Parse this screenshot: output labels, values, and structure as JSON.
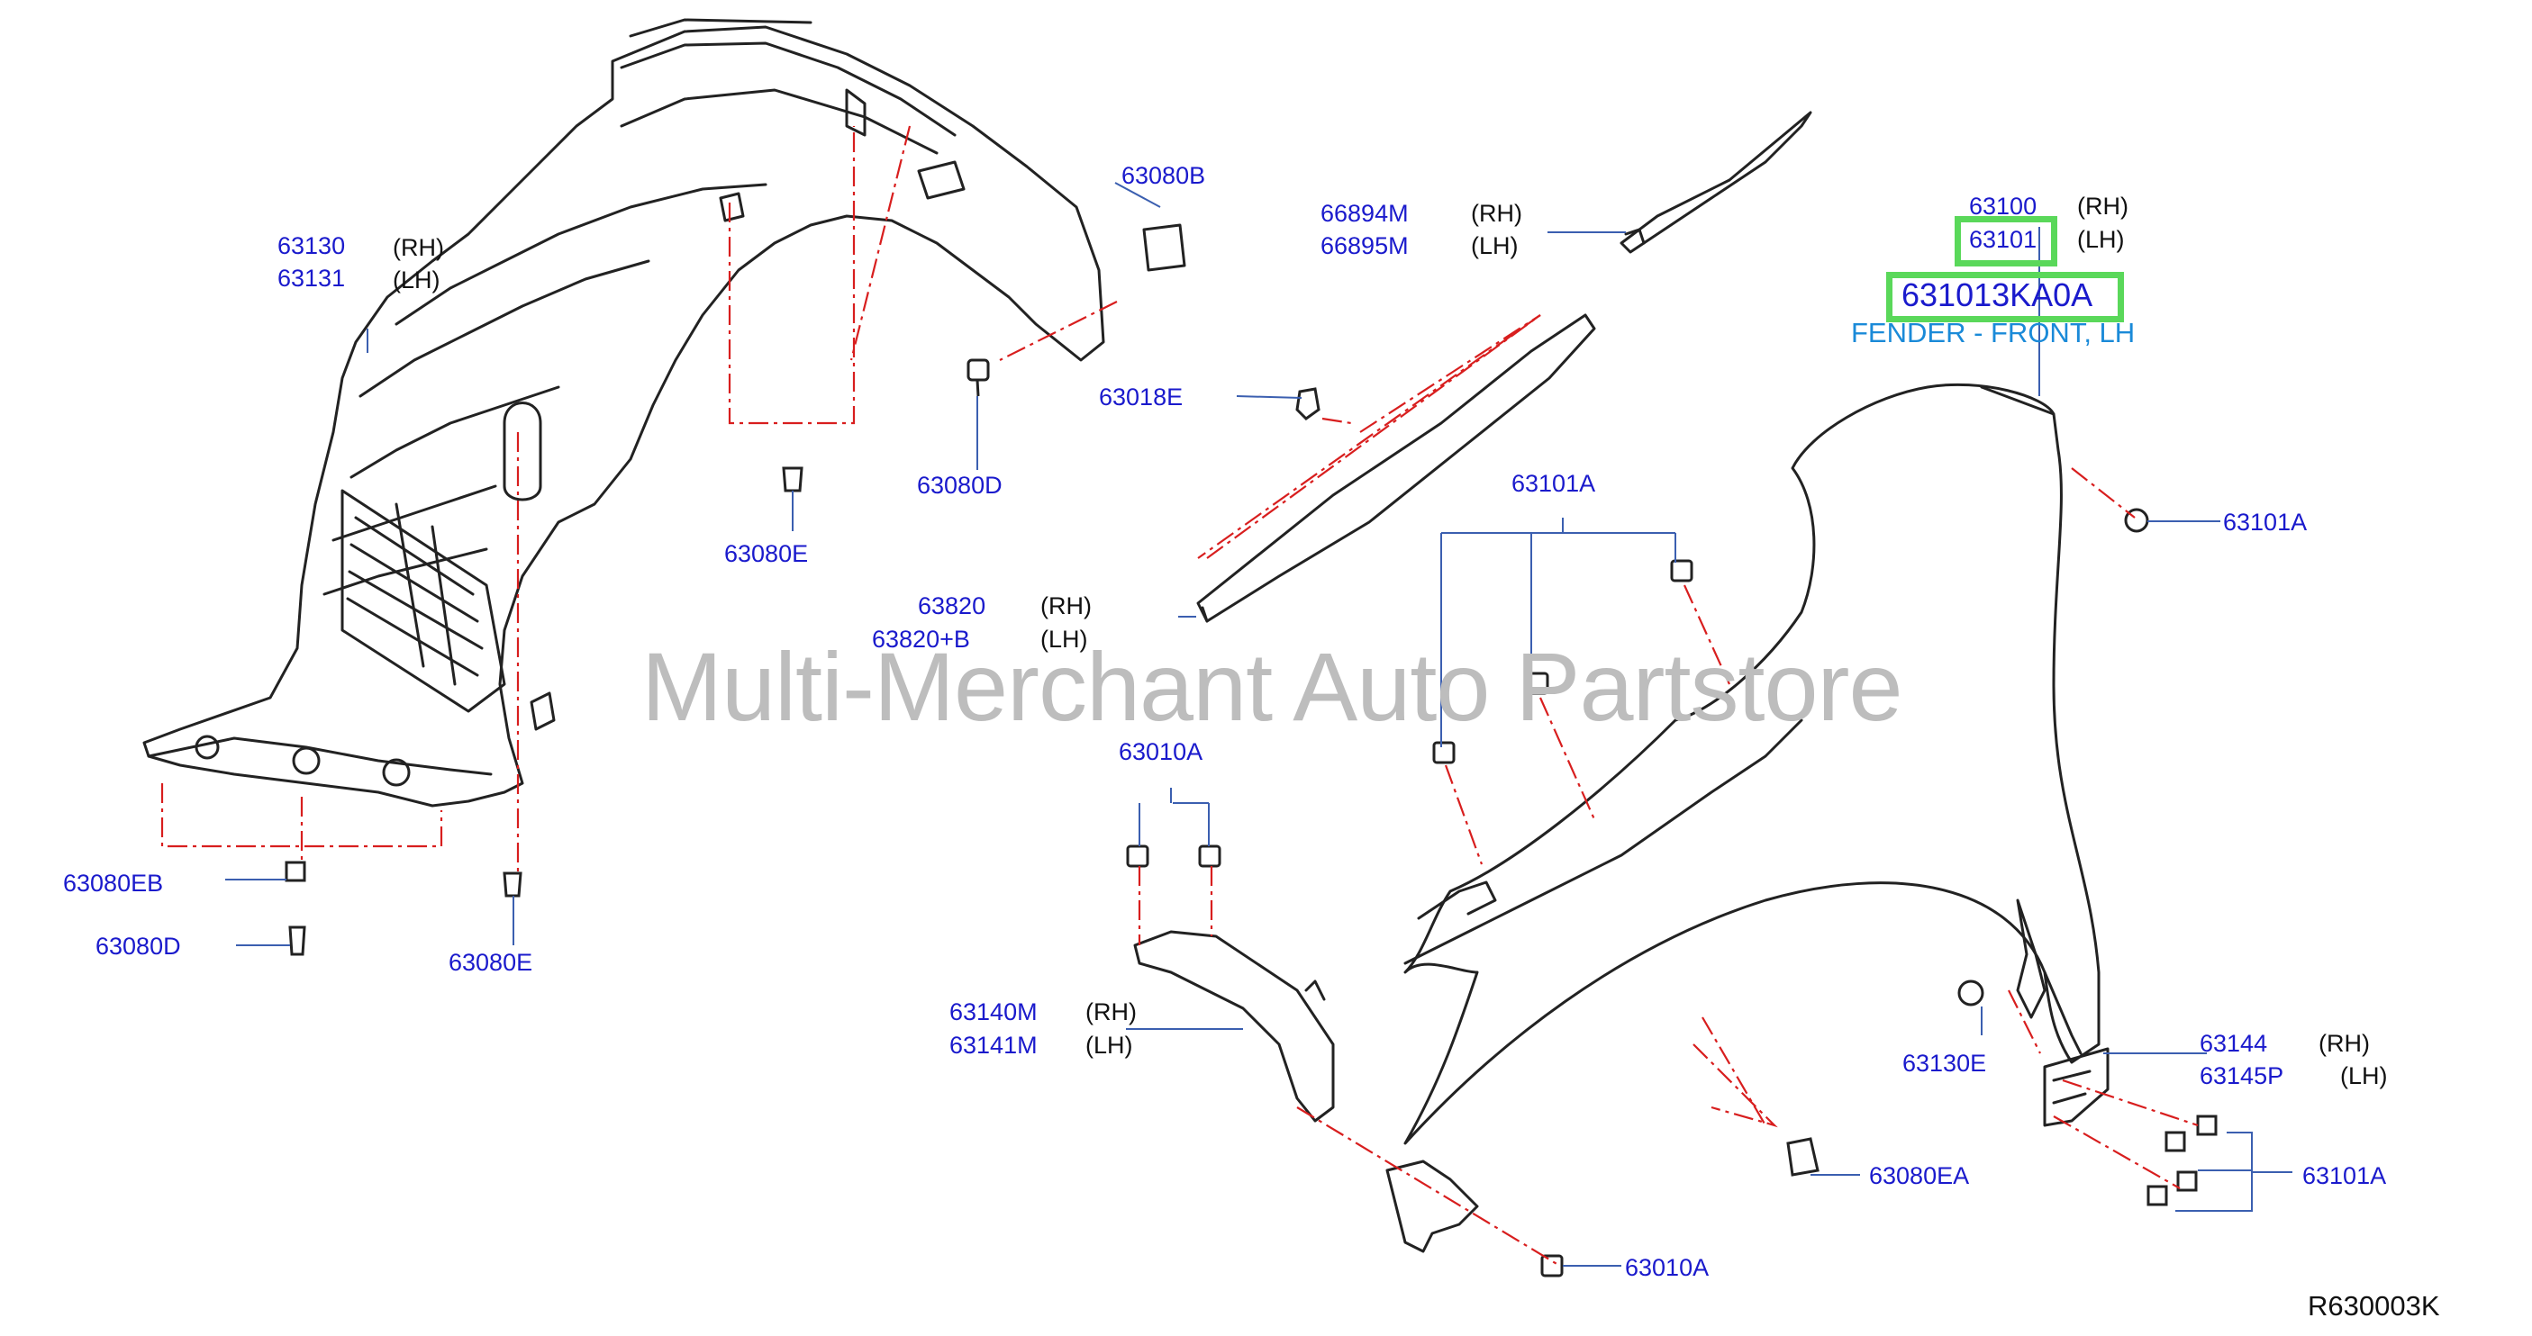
{
  "watermark": "Multi-Merchant Auto Partstore",
  "diagram_code": "R630003K",
  "selected_part": {
    "number": "631013KA0A",
    "description": "FENDER - FRONT, LH"
  },
  "labels": {
    "p63130": "63130",
    "p63131": "63131",
    "p63080B": "63080B",
    "p63018E": "63018E",
    "p63080D_top": "63080D",
    "p63080E_top": "63080E",
    "p66894M": "66894M",
    "p66895M": "66895M",
    "p63100": "63100",
    "p63101": "63101",
    "p63101A_right": "63101A",
    "p63101A_mid": "63101A",
    "p63820": "63820",
    "p63820B": "63820+B",
    "p63010A_mid": "63010A",
    "p63080EB": "63080EB",
    "p63080D_bot": "63080D",
    "p63080E_bot": "63080E",
    "p63140M": "63140M",
    "p63141M": "63141M",
    "p63130E": "63130E",
    "p63144": "63144",
    "p63145P": "63145P",
    "p63101A_bot": "63101A",
    "p63080EA": "63080EA",
    "p63010A_bot": "63010A"
  },
  "sides": {
    "rh": "(RH)",
    "lh": "(LH)"
  },
  "colors": {
    "part_number": "#1a1acc",
    "highlight": "#5ad85a",
    "description": "#1a8ad8",
    "leader": "#d81e1e"
  }
}
